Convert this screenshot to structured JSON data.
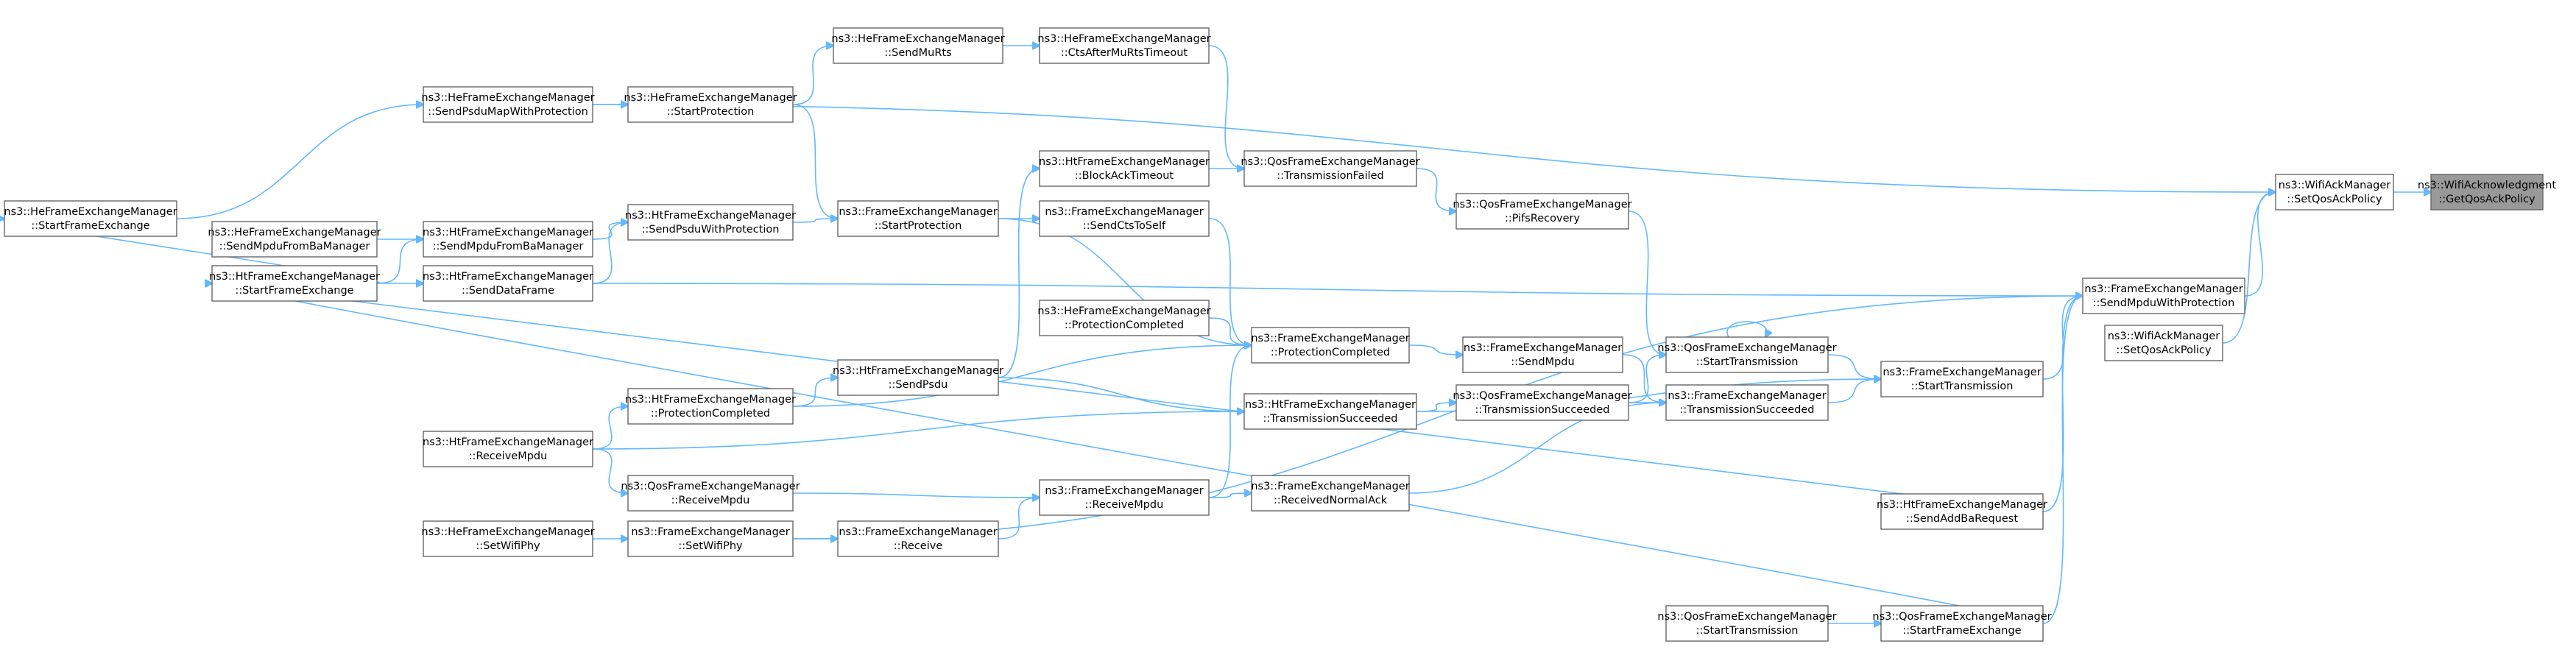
{
  "graph": {
    "nodes": [
      {
        "id": "root",
        "line1": "ns3::WifiAcknowledgment",
        "line2": "::GetQosAckPolicy",
        "root": true
      },
      {
        "id": "wam_set",
        "line1": "ns3::WifiAckManager",
        "line2": "::SetQosAckPolicy"
      },
      {
        "id": "wam_set2",
        "line1": "ns3::WifiAckManager",
        "line2": "::SetQosAckPolicy"
      },
      {
        "id": "fem_smwp",
        "line1": "ns3::FrameExchangeManager",
        "line2": "::SendMpduWithProtection"
      },
      {
        "id": "fem_st",
        "line1": "ns3::FrameExchangeManager",
        "line2": "::StartTransmission"
      },
      {
        "id": "ht_saddba",
        "line1": "ns3::HtFrameExchangeManager",
        "line2": "::SendAddBaRequest"
      },
      {
        "id": "qos_sfe",
        "line1": "ns3::QosFrameExchangeManager",
        "line2": "::StartFrameExchange"
      },
      {
        "id": "qos_st2",
        "line1": "ns3::QosFrameExchangeManager",
        "line2": "::StartTransmission"
      },
      {
        "id": "qos_st",
        "line1": "ns3::QosFrameExchangeManager",
        "line2": "::StartTransmission"
      },
      {
        "id": "fem_ts",
        "line1": "ns3::FrameExchangeManager",
        "line2": "::TransmissionSucceeded"
      },
      {
        "id": "qos_pifs",
        "line1": "ns3::QosFrameExchangeManager",
        "line2": "::PifsRecovery"
      },
      {
        "id": "fem_sendmpdu",
        "line1": "ns3::FrameExchangeManager",
        "line2": "::SendMpdu"
      },
      {
        "id": "qos_ts",
        "line1": "ns3::QosFrameExchangeManager",
        "line2": "::TransmissionSucceeded"
      },
      {
        "id": "qos_tf",
        "line1": "ns3::QosFrameExchangeManager",
        "line2": "::TransmissionFailed"
      },
      {
        "id": "he_ctsto",
        "line1": "ns3::HeFrameExchangeManager",
        "line2": "::CtsAfterMuRtsTimeout"
      },
      {
        "id": "fem_pc",
        "line1": "ns3::FrameExchangeManager",
        "line2": "::ProtectionCompleted"
      },
      {
        "id": "ht_ts",
        "line1": "ns3::HtFrameExchangeManager",
        "line2": "::TransmissionSucceeded"
      },
      {
        "id": "fem_rna",
        "line1": "ns3::FrameExchangeManager",
        "line2": "::ReceivedNormalAck"
      },
      {
        "id": "he_smurts",
        "line1": "ns3::HeFrameExchangeManager",
        "line2": "::SendMuRts"
      },
      {
        "id": "ht_bat",
        "line1": "ns3::HtFrameExchangeManager",
        "line2": "::BlockAckTimeout"
      },
      {
        "id": "fem_scts",
        "line1": "ns3::FrameExchangeManager",
        "line2": "::SendCtsToSelf"
      },
      {
        "id": "he_pc",
        "line1": "ns3::HeFrameExchangeManager",
        "line2": "::ProtectionCompleted"
      },
      {
        "id": "fem_rmpdu",
        "line1": "ns3::FrameExchangeManager",
        "line2": "::ReceiveMpdu"
      },
      {
        "id": "fem_sp",
        "line1": "ns3::FrameExchangeManager",
        "line2": "::StartProtection"
      },
      {
        "id": "ht_spsdu",
        "line1": "ns3::HtFrameExchangeManager",
        "line2": "::SendPsdu"
      },
      {
        "id": "fem_recv",
        "line1": "ns3::FrameExchangeManager",
        "line2": "::Receive"
      },
      {
        "id": "he_sp",
        "line1": "ns3::HeFrameExchangeManager",
        "line2": "::StartProtection"
      },
      {
        "id": "ht_spwp",
        "line1": "ns3::HtFrameExchangeManager",
        "line2": "::SendPsduWithProtection"
      },
      {
        "id": "ht_pc",
        "line1": "ns3::HtFrameExchangeManager",
        "line2": "::ProtectionCompleted"
      },
      {
        "id": "qos_rmpdu",
        "line1": "ns3::QosFrameExchangeManager",
        "line2": "::ReceiveMpdu"
      },
      {
        "id": "fem_swp",
        "line1": "ns3::FrameExchangeManager",
        "line2": "::SetWifiPhy"
      },
      {
        "id": "he_spmwp",
        "line1": "ns3::HeFrameExchangeManager",
        "line2": "::SendPsduMapWithProtection"
      },
      {
        "id": "ht_smfbm",
        "line1": "ns3::HtFrameExchangeManager",
        "line2": "::SendMpduFromBaManager"
      },
      {
        "id": "ht_sdf",
        "line1": "ns3::HtFrameExchangeManager",
        "line2": "::SendDataFrame"
      },
      {
        "id": "ht_rmpdu",
        "line1": "ns3::HtFrameExchangeManager",
        "line2": "::ReceiveMpdu"
      },
      {
        "id": "he_swp",
        "line1": "ns3::HeFrameExchangeManager",
        "line2": "::SetWifiPhy"
      },
      {
        "id": "he_smfbm",
        "line1": "ns3::HeFrameExchangeManager",
        "line2": "::SendMpduFromBaManager"
      },
      {
        "id": "ht_sfe",
        "line1": "ns3::HtFrameExchangeManager",
        "line2": "::StartFrameExchange"
      },
      {
        "id": "he_sfe",
        "line1": "ns3::HeFrameExchangeManager",
        "line2": "::StartFrameExchange"
      }
    ],
    "edges": [
      [
        "wam_set",
        "root"
      ],
      [
        "wam_set2",
        "wam_set"
      ],
      [
        "fem_smwp",
        "wam_set"
      ],
      [
        "he_spmwp",
        "wam_set"
      ],
      [
        "fem_st",
        "fem_smwp"
      ],
      [
        "ht_saddba",
        "fem_smwp"
      ],
      [
        "qos_sfe",
        "fem_smwp"
      ],
      [
        "ht_sdf",
        "fem_smwp"
      ],
      [
        "fem_swp",
        "fem_smwp"
      ],
      [
        "qos_st",
        "fem_st"
      ],
      [
        "fem_ts",
        "fem_st"
      ],
      [
        "ht_ts",
        "fem_st"
      ],
      [
        "qos_st2",
        "qos_sfe"
      ],
      [
        "qos_pifs",
        "qos_st"
      ],
      [
        "qos_st",
        "qos_st"
      ],
      [
        "qos_ts",
        "qos_st"
      ],
      [
        "qos_ts",
        "fem_ts"
      ],
      [
        "fem_sendmpdu",
        "fem_ts"
      ],
      [
        "fem_rna",
        "fem_ts"
      ],
      [
        "qos_tf",
        "qos_pifs"
      ],
      [
        "fem_pc",
        "fem_sendmpdu"
      ],
      [
        "ht_ts",
        "qos_ts"
      ],
      [
        "he_ctsto",
        "qos_tf"
      ],
      [
        "ht_bat",
        "qos_tf"
      ],
      [
        "he_smurts",
        "he_ctsto"
      ],
      [
        "he_pc",
        "fem_pc"
      ],
      [
        "fem_sp",
        "fem_pc"
      ],
      [
        "fem_scts",
        "fem_pc"
      ],
      [
        "ht_pc",
        "fem_pc"
      ],
      [
        "fem_rmpdu",
        "fem_pc"
      ],
      [
        "ht_spsdu",
        "ht_ts"
      ],
      [
        "ht_rmpdu",
        "ht_ts"
      ],
      [
        "fem_rmpdu",
        "fem_rna"
      ],
      [
        "he_sp",
        "he_smurts"
      ],
      [
        "ht_spsdu",
        "ht_bat"
      ],
      [
        "fem_sp",
        "fem_scts"
      ],
      [
        "fem_recv",
        "fem_rmpdu"
      ],
      [
        "qos_rmpdu",
        "fem_rmpdu"
      ],
      [
        "he_sp",
        "fem_sp"
      ],
      [
        "ht_spwp",
        "fem_sp"
      ],
      [
        "ht_pc",
        "ht_spsdu"
      ],
      [
        "fem_swp",
        "fem_recv"
      ],
      [
        "he_spmwp",
        "he_sp"
      ],
      [
        "ht_smfbm",
        "ht_spwp"
      ],
      [
        "ht_sdf",
        "ht_spwp"
      ],
      [
        "ht_rmpdu",
        "ht_pc"
      ],
      [
        "ht_rmpdu",
        "qos_rmpdu"
      ],
      [
        "he_swp",
        "fem_swp"
      ],
      [
        "he_sfe",
        "he_spmwp"
      ],
      [
        "ht_sfe",
        "ht_smfbm"
      ],
      [
        "ht_sfe",
        "ht_sdf"
      ],
      [
        "he_smfbm",
        "ht_smfbm"
      ],
      [
        "ht_sfe",
        "he_sfe"
      ],
      [
        "ht_saddba",
        "ht_sfe"
      ],
      [
        "qos_sfe",
        "ht_sfe"
      ]
    ]
  }
}
